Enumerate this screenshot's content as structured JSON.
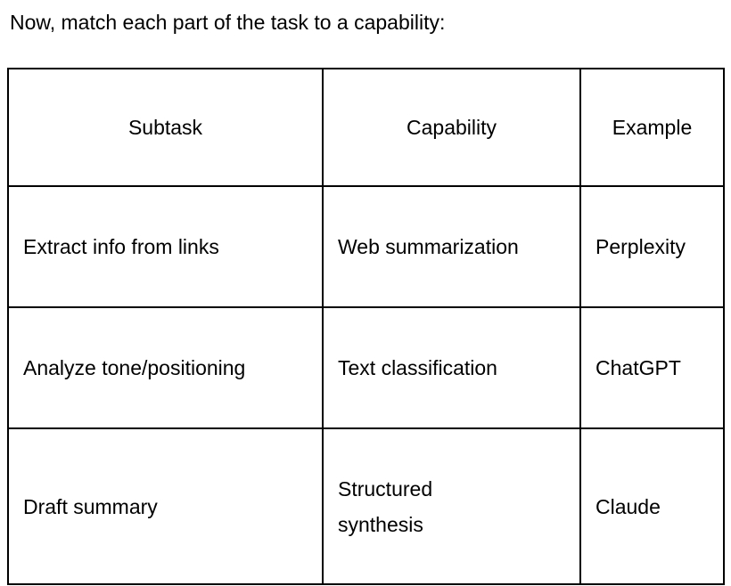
{
  "intro": {
    "text": "Now, match each part of the task to a capability:"
  },
  "table": {
    "columns": [
      {
        "label": "Subtask"
      },
      {
        "label": "Capability"
      },
      {
        "label": "Example"
      }
    ],
    "rows": [
      {
        "subtask": "Extract info from links",
        "capability": "Web summarization",
        "capability_line2": "",
        "example": "Perplexity"
      },
      {
        "subtask": "Analyze tone/positioning",
        "capability": "Text classification",
        "capability_line2": "",
        "example": "ChatGPT"
      },
      {
        "subtask": "Draft summary",
        "capability": "Structured",
        "capability_line2": "synthesis",
        "example": "Claude"
      }
    ]
  },
  "colors": {
    "background": "#ffffff",
    "text": "#000000",
    "border": "#000000"
  }
}
